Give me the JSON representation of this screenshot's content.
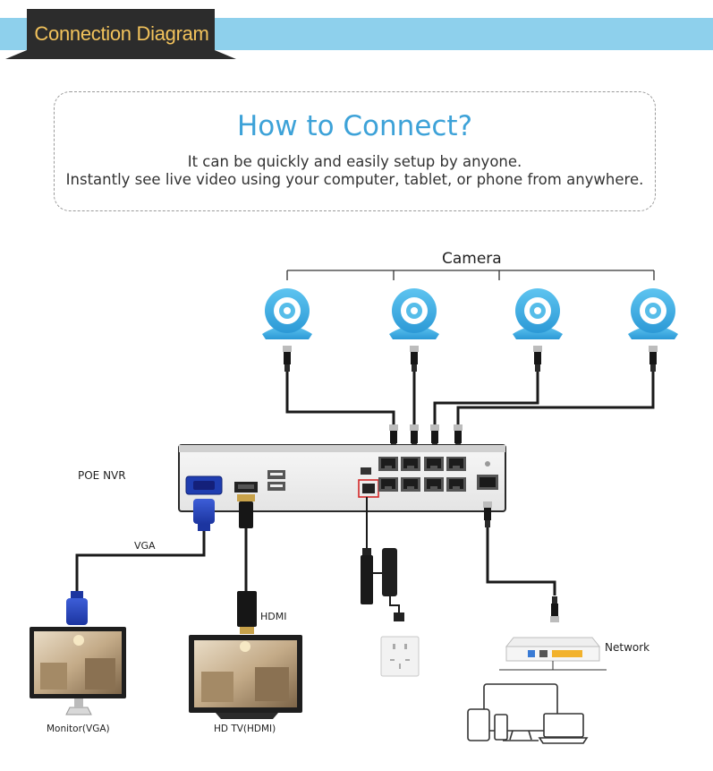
{
  "header": {
    "title": "Connection Diagram"
  },
  "intro": {
    "title": "How to Connect?",
    "line1": "It can be quickly and easily setup by anyone.",
    "line2": "Instantly see live video using your computer, tablet, or phone from anywhere."
  },
  "diagram": {
    "camera_label": "Camera",
    "nvr_label": "POE NVR",
    "vga_label": "VGA",
    "hdmi_label": "HDMI",
    "network_label": "Network",
    "monitor_label": "Monitor(VGA)",
    "hdtv_label": "HD TV(HDMI)",
    "camera_count": 4
  },
  "colors": {
    "accent": "#3da2d8",
    "band": "#8ed0ec",
    "header_text": "#f3c35c",
    "header_bg": "#2c2c2c"
  },
  "icons": [
    "camera-icon",
    "nvr-device-icon",
    "vga-connector-icon",
    "hdmi-connector-icon",
    "power-adapter-icon",
    "wall-socket-icon",
    "router-icon",
    "monitor-icon",
    "tv-icon",
    "computer-icon",
    "tablet-icon",
    "phone-icon",
    "laptop-icon"
  ]
}
